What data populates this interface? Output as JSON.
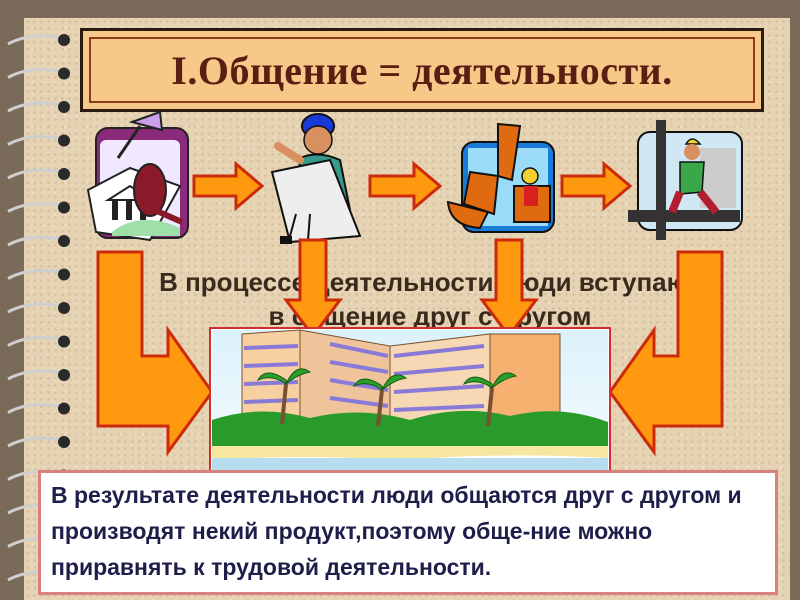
{
  "title": "I.Общение = деятельности.",
  "middle_text_line1": "В процессе деятельности люди вступают",
  "middle_text_line2": "в общение друг с другом",
  "bottom_text": "В результате деятельности люди общаются друг с другом и производят некий продукт,поэтому обще-ние можно приравнять к трудовой деятельности.",
  "colors": {
    "title_bg": "#f6c989",
    "title_text": "#5a1e12",
    "arrow_fill": "#ff9a10",
    "arrow_stroke": "#cc2a0a",
    "page_bg": "#e6d3b3"
  },
  "icons": [
    "design-clipart-icon",
    "foreman-blueprint-icon",
    "excavator-icon",
    "construction-worker-icon",
    "building-complex-image"
  ]
}
